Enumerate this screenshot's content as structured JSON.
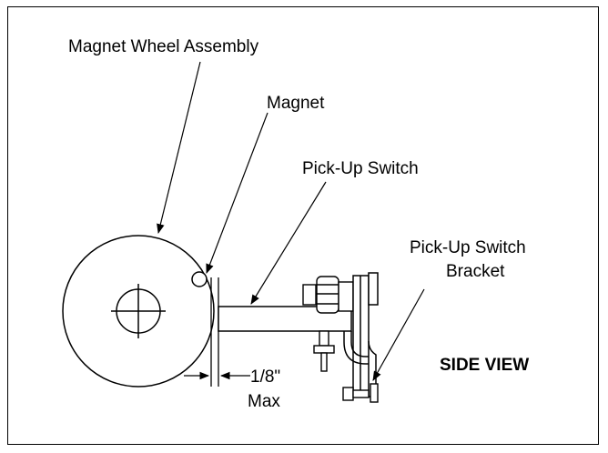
{
  "labels": {
    "magnet_wheel_assembly": "Magnet Wheel Assembly",
    "magnet": "Magnet",
    "pickup_switch": "Pick-Up Switch",
    "pickup_switch_bracket_line1": "Pick-Up Switch",
    "pickup_switch_bracket_line2": "Bracket",
    "gap_value": "1/8\"",
    "gap_max": "Max",
    "view_name": "SIDE VIEW"
  },
  "colors": {
    "line": "#000000",
    "background": "#ffffff"
  }
}
